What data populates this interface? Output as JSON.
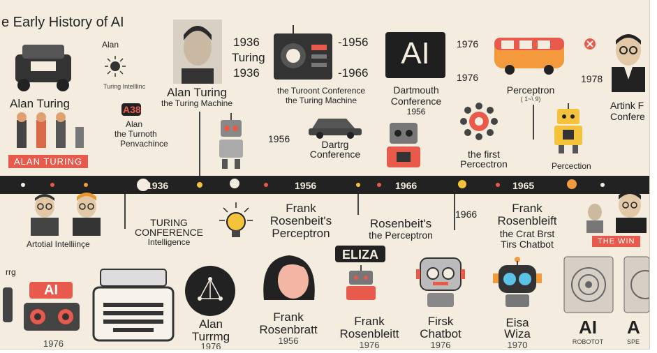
{
  "title": "e Early History of AI",
  "timeline_years": [
    "1936",
    "1956",
    "1966",
    "1965"
  ],
  "top_row": {
    "alan_small": "Alan",
    "turing_small": "Turing Intelllinc",
    "alan_turing_left": "Alan Turing",
    "red_label": "ALAN TURING",
    "a38_badge": "A38",
    "alan_turoth_1": "Alan",
    "alan_turoth_2": "the Turnoth",
    "alan_turoth_3": "Penvachince",
    "alan_turing_center": "Alan Turing",
    "turing_machine": "the Turing Machine",
    "y1936a": "1936",
    "turing_word": "Turing",
    "y1936b": "1936",
    "y1956_dash": "-1956",
    "y1966_dash": "-1966",
    "conference_1": "the Turoont Conference",
    "conference_2": "the Turing Machine",
    "ai_badge": "AI",
    "dartmouth_1": "Dartmouth",
    "dartmouth_2": "Conference",
    "dartmouth_year": "1956",
    "y1956_small": "1956",
    "dartrg": "Dartrg",
    "conference_small": "Conference",
    "y1976_top": "1976",
    "y1976_top2": "1976",
    "perceptron_top": "Perceptron",
    "perceptron_sub": "( 1~\\ 9)",
    "y1978": "1978",
    "artink_1": "Artink F",
    "artink_2": "Confere",
    "first_1": "the first",
    "first_2": "Percectron",
    "perceplon_right": "Percection"
  },
  "middle_row": {
    "artotial": "Artotial Intelliinçe",
    "turing_conf_1": "TURING",
    "turing_conf_2": "CONFERENCE",
    "turing_conf_3": "Intelligence",
    "frank_1": "Frank",
    "frank_2": "Rosenbeit's",
    "frank_3": "Perceptron",
    "ros_1": "Rosenbeit's",
    "ros_2": "the Perceptron",
    "ros_year": "1966",
    "frank_r_1": "Frank",
    "frank_r_2": "Rosenbleift",
    "frank_r_3": "the Crat Brst",
    "frank_r_4": "Tirs Chatbot",
    "the_win": "THE WIN"
  },
  "bottom_row": {
    "rrg": "rrg",
    "ai_left": "AI",
    "y1976_left": "1976",
    "alan_turring_1": "Alan",
    "alan_turring_2": "Turrmg",
    "alan_turring_y": "1976",
    "frank_rosenbratt_1": "Frank",
    "frank_rosenbratt_2": "Rosenbratt",
    "frank_rosenbratt_y": "1956",
    "eliza_badge": "ELIZA",
    "frank_rosenbleitt_1": "Frank",
    "frank_rosenbleitt_2": "Rosenbleitt",
    "frank_rosenbleitt_y": "1976",
    "firsk_1": "Firsk",
    "firsk_2": "Chatbot",
    "firsk_y": "1976",
    "eisa_1": "Eisa",
    "eisa_2": "Wiza",
    "eisa_y": "1970",
    "ai_right": "AI",
    "ai_right_sub": "ROBOTOT",
    "a_right": "A",
    "a_right_sub": "SPE"
  },
  "colors": {
    "bg": "#f3ecdf",
    "timeline": "#222222",
    "accent_red": "#e75a4c",
    "accent_orange": "#f39a3c",
    "accent_yellow": "#f5c33b"
  }
}
